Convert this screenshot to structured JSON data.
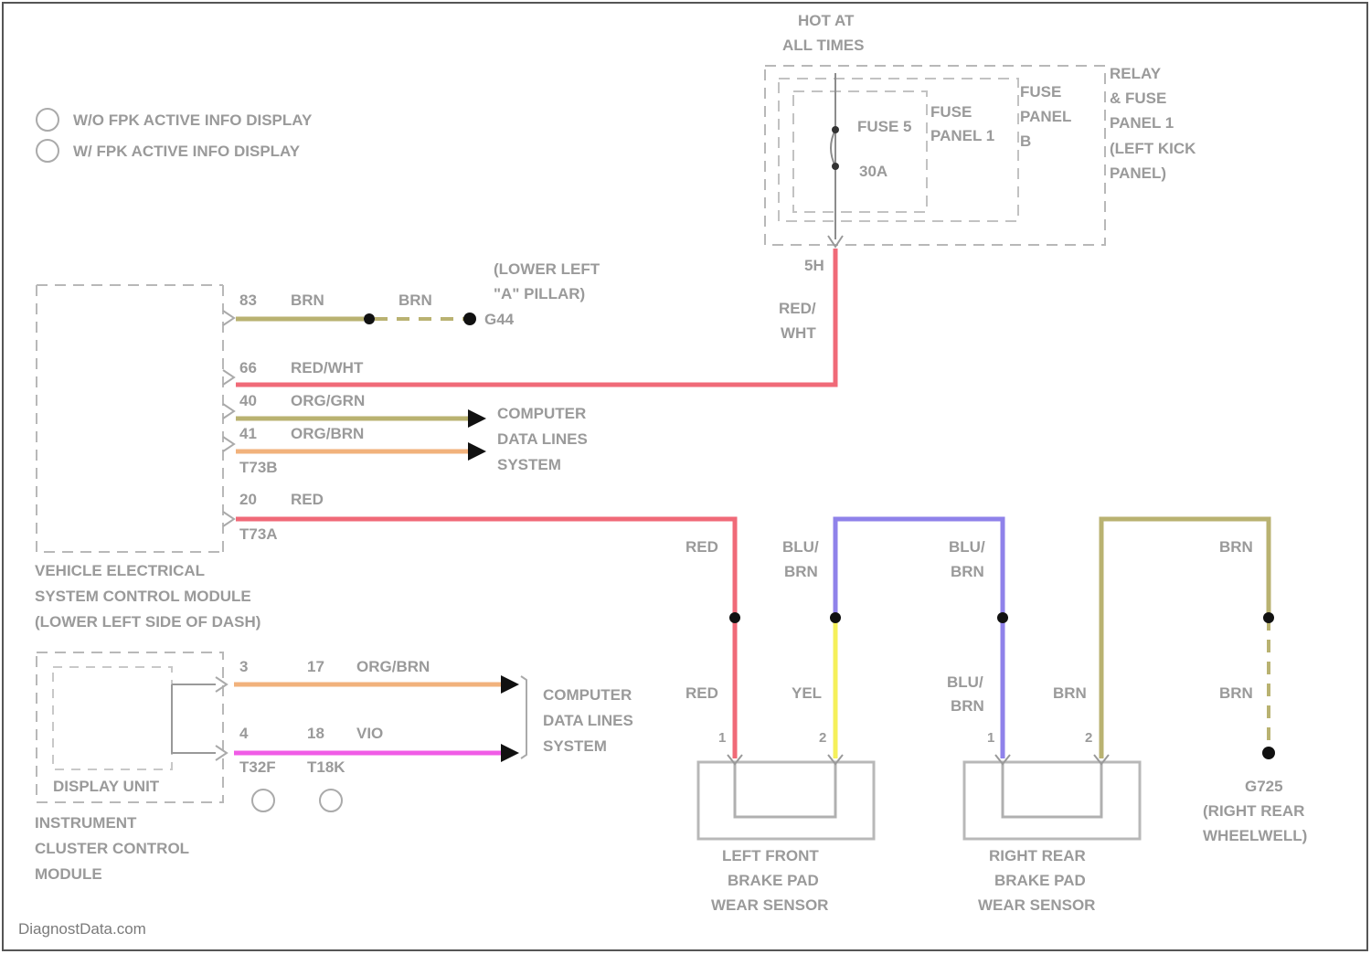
{
  "colors": {
    "brn": "#b9b271",
    "red": "#f06a78",
    "org_brn": "#f1b27c",
    "vio": "#f05ce6",
    "blu": "#8f82ea",
    "yel": "#f5f05a",
    "box": "#b8b8b8",
    "text": "#9a9a9a"
  },
  "legend": {
    "item1": "W/O FPK ACTIVE INFO DISPLAY",
    "item2": "W/ FPK ACTIVE INFO DISPLAY"
  },
  "power": {
    "hot_line1": "HOT AT",
    "hot_line2": "ALL TIMES",
    "fuse_name": "FUSE 5",
    "fuse_rating": "30A",
    "inner_panel_line1": "FUSE",
    "inner_panel_line2": "PANEL 1",
    "inner_panel_line3": "FUSE",
    "inner_panel_line4": "PANEL",
    "inner_panel_line5": "B",
    "relay_line1": "RELAY",
    "relay_line2": "& FUSE",
    "relay_line3": "PANEL 1",
    "relay_line4": "(LEFT KICK",
    "relay_line5": "PANEL)",
    "pin": "5H",
    "wire_line1": "RED/",
    "wire_line2": "WHT"
  },
  "vecm": {
    "label_line1": "VEHICLE ELECTRICAL",
    "label_line2": "SYSTEM CONTROL MODULE",
    "label_line3": "(LOWER LEFT SIDE OF DASH)",
    "connector_b": "T73B",
    "connector_a": "T73A",
    "pins": [
      {
        "pin": "83",
        "color": "BRN"
      },
      {
        "pin": "66",
        "color": "RED/WHT"
      },
      {
        "pin": "40",
        "color": "ORG/GRN"
      },
      {
        "pin": "41",
        "color": "ORG/BRN"
      },
      {
        "pin": "20",
        "color": "RED"
      }
    ],
    "ground_wire": "BRN",
    "ground_label": "G44",
    "ground_loc_line1": "(LOWER LEFT",
    "ground_loc_line2": "\"A\" PILLAR)",
    "cdl_line1": "COMPUTER",
    "cdl_line2": "DATA LINES",
    "cdl_line3": "SYSTEM"
  },
  "cluster": {
    "display_label": "DISPLAY UNIT",
    "label_line1": "INSTRUMENT",
    "label_line2": "CLUSTER CONTROL",
    "label_line3": "MODULE",
    "conn1": "T32F",
    "conn2": "T18K",
    "rows": [
      {
        "p1": "3",
        "p2": "17",
        "color": "ORG/BRN"
      },
      {
        "p1": "4",
        "p2": "18",
        "color": "VIO"
      }
    ],
    "cdl_line1": "COMPUTER",
    "cdl_line2": "DATA LINES",
    "cdl_line3": "SYSTEM"
  },
  "sensors": {
    "lf_line1": "LEFT FRONT",
    "lf_line2": "BRAKE PAD",
    "lf_line3": "WEAR SENSOR",
    "rr_line1": "RIGHT REAR",
    "rr_line2": "BRAKE PAD",
    "rr_line3": "WEAR SENSOR",
    "red": "RED",
    "blu": "BLU/",
    "brn": "BRN",
    "yel": "YEL",
    "pin1": "1",
    "pin2": "2",
    "ground_label": "G725",
    "ground_loc_line1": "(RIGHT REAR",
    "ground_loc_line2": "WHEELWELL)"
  },
  "watermark": "DiagnostData.com"
}
